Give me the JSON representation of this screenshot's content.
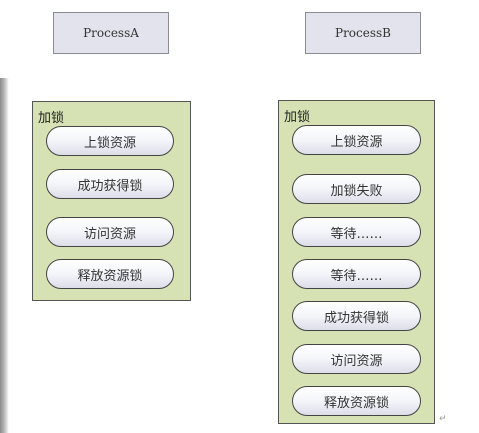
{
  "process_a": {
    "title": "ProcessA",
    "lock_label": "加锁",
    "steps": [
      "上锁资源",
      "成功获得锁",
      "访问资源",
      "释放资源锁"
    ]
  },
  "process_b": {
    "title": "ProcessB",
    "lock_label": "加锁",
    "steps": [
      "上锁资源",
      "加锁失败",
      "等待……",
      "等待……",
      "成功获得锁",
      "访问资源",
      "释放资源锁"
    ]
  }
}
